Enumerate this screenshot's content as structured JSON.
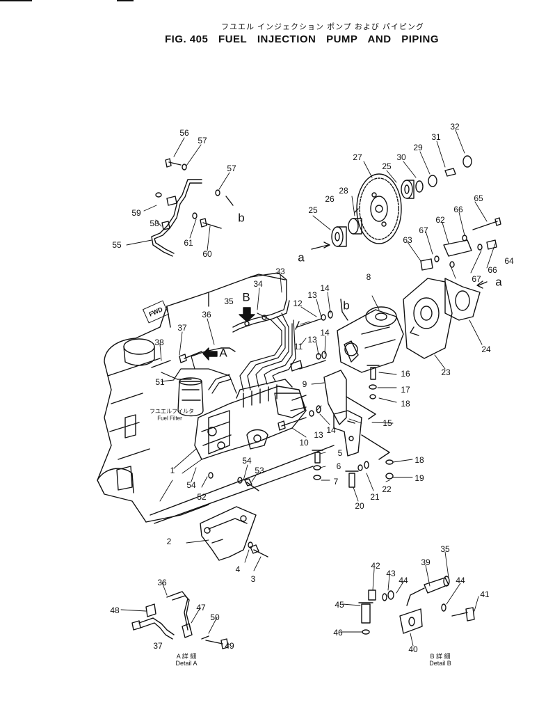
{
  "header": {
    "title_jp": "フユエル インジェクション ポンプ および パイピング",
    "fig_label": "FIG. 405",
    "title_words": [
      "FUEL",
      "INJECTION",
      "PUMP",
      "AND",
      "PIPING"
    ]
  },
  "labels": {
    "fwd": "FWD",
    "fuel_filter_jp": "フユエルフイルタ",
    "fuel_filter": "Fuel Filter",
    "detail_a_jp": "A 詳 細",
    "detail_a": "Detail A",
    "detail_b_jp": "B 詳 細",
    "detail_b": "Detail B",
    "letters": [
      "a",
      "a",
      "b",
      "b",
      "A",
      "B"
    ]
  },
  "callouts": [
    "1",
    "2",
    "3",
    "4",
    "5",
    "6",
    "7",
    "8",
    "9",
    "10",
    "11",
    "12",
    "13",
    "13",
    "13",
    "14",
    "14",
    "14",
    "15",
    "16",
    "17",
    "18",
    "18",
    "19",
    "20",
    "21",
    "22",
    "23",
    "24",
    "25",
    "25",
    "26",
    "27",
    "28",
    "29",
    "30",
    "31",
    "32",
    "33",
    "34",
    "35",
    "35",
    "36",
    "36",
    "37",
    "37",
    "38",
    "39",
    "40",
    "41",
    "42",
    "43",
    "44",
    "44",
    "45",
    "46",
    "47",
    "48",
    "49",
    "50",
    "51",
    "52",
    "53",
    "54",
    "54",
    "55",
    "56",
    "57",
    "57",
    "58",
    "59",
    "60",
    "61",
    "62",
    "63",
    "64",
    "65",
    "66",
    "66",
    "67",
    "67"
  ],
  "icons": [
    "fwd-arrow-icon",
    "view-arrow-icon"
  ]
}
